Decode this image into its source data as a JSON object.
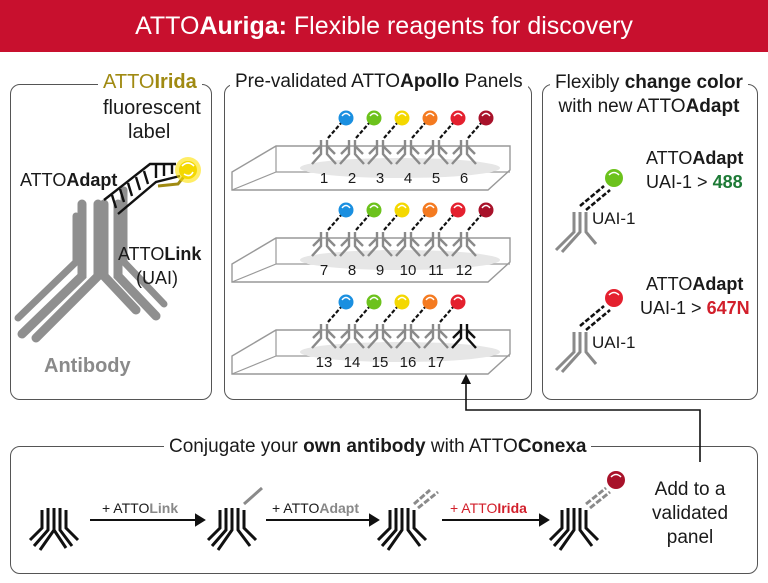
{
  "header": {
    "title_prefix": "ATTO",
    "title_bold": "Auriga:",
    "title_rest": " Flexible reagents for discovery"
  },
  "left_panel": {
    "irida_prefix": "ATTO",
    "irida_bold": "Irida",
    "fluorescent": "fluorescent",
    "label": "label",
    "adapt_prefix": "ATTO",
    "adapt_bold": "Adapt",
    "link_prefix": "ATTO",
    "link_bold": "Link",
    "uai": "(UAI)",
    "antibody": "Antibody"
  },
  "middle_panel": {
    "title_prefix": "Pre-validated ATTO",
    "title_bold": "Apollo",
    "title_suffix": " Panels",
    "row1": [
      "1",
      "2",
      "3",
      "4",
      "5",
      "6"
    ],
    "row2": [
      "7",
      "8",
      "9",
      "10",
      "11",
      "12"
    ],
    "row3": [
      "13",
      "14",
      "15",
      "16",
      "17"
    ]
  },
  "right_panel": {
    "title_l1_prefix": "Flexibly ",
    "title_l1_bold": "change color",
    "title_l2_prefix": "with new ATTO",
    "title_l2_bold": "Adapt",
    "a_prefix": "ATTO",
    "a_bold": "Adapt",
    "uai_1": "UAI-1",
    "gt": ">",
    "v488": "488",
    "b_prefix": "ATTO",
    "b_bold": "Adapt",
    "uai_2": "UAI-1",
    "v647": "647N",
    "uai_small_1": "UAI-1",
    "uai_small_2": "UAI-1"
  },
  "bottom_panel": {
    "title_prefix": "Conjugate your ",
    "title_bold": "own antibody",
    "title_mid": " with ATTO",
    "title_bold2": "Conexa",
    "step1_prefix": "+ ATTO",
    "step1_bold": "Link",
    "step2_prefix": "+ ATTO",
    "step2_bold": "Adapt",
    "step3_prefix": "+ ATTO",
    "step3_bold": "Irida",
    "add_l1": "Add to a",
    "add_l2": "validated",
    "add_l3": "panel"
  },
  "colors": {
    "banner": "#c8102e",
    "gold": "#a08a12",
    "green": "#1d7a36",
    "red": "#d21f2b",
    "dye_blue": "#1a8fe0",
    "dye_green": "#6cc21c",
    "dye_yellow": "#f4d800",
    "dye_orange": "#f47a20",
    "dye_red": "#e4202e",
    "dye_darkred": "#a8122a"
  }
}
